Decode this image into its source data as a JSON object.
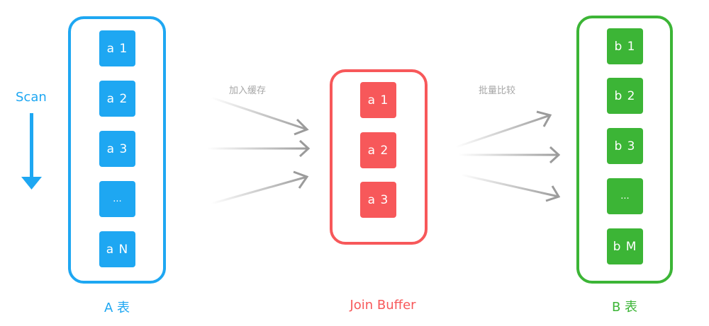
{
  "colors": {
    "table_a": "#1ea7f2",
    "join_buffer": "#f7585a",
    "table_b": "#3cb536",
    "arrow": "#9b9b9b",
    "arrow_label": "#a6a6a6"
  },
  "scan": {
    "label": "Scan",
    "icon": "arrow-down-icon"
  },
  "table_a": {
    "caption": "A 表",
    "rows": [
      "a 1",
      "a 2",
      "a 3",
      "...",
      "a N"
    ]
  },
  "join_buffer": {
    "caption": "Join Buffer",
    "rows": [
      "a 1",
      "a 2",
      "a 3"
    ]
  },
  "table_b": {
    "caption": "B 表",
    "rows": [
      "b 1",
      "b 2",
      "b 3",
      "...",
      "b M"
    ]
  },
  "arrows": {
    "to_buffer_label": "加入缓存",
    "to_table_b_label": "批量比较"
  }
}
